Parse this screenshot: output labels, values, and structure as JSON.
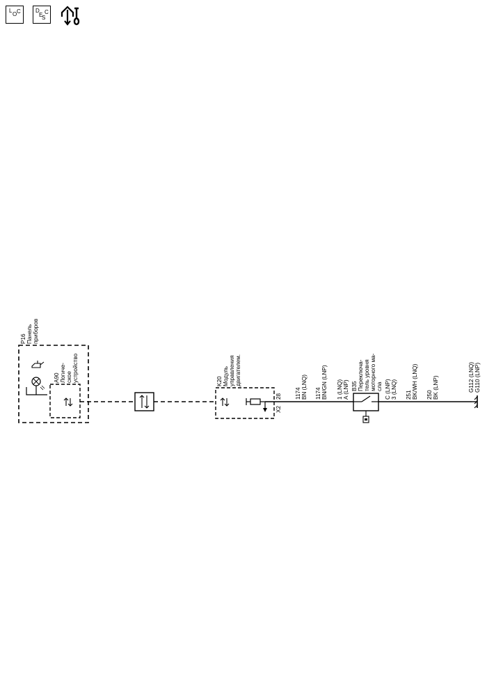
{
  "toolbar": {
    "icons": [
      {
        "name": "location-view-icon",
        "glyphs": [
          "L",
          "O",
          "C"
        ]
      },
      {
        "name": "description-view-icon",
        "glyphs": [
          "D",
          "E",
          "S",
          "C"
        ]
      },
      {
        "name": "repair-info-icon"
      }
    ]
  },
  "diagram": {
    "p16": {
      "line1": "P16",
      "line2": "Панель",
      "line3": "приборов"
    },
    "a90": {
      "line1": "A90",
      "line2": "Логиче-",
      "line3": "ское",
      "line4": "устройство"
    },
    "k20": {
      "line1": "K20",
      "line2": "Модуль",
      "line3": "управления",
      "line4": "двигателем."
    },
    "k20_pin": "28",
    "k20_connector": "X2",
    "wire_1174_a": {
      "circuit": "1174",
      "color": "BN (LNQ)"
    },
    "wire_1174_b": {
      "circuit": "1174",
      "color": "BN/GN (LNP)"
    },
    "b35_pin_top": {
      "line1": "1 (LNQ)",
      "line2": "A (LNP)"
    },
    "b35": {
      "line1": "B35",
      "line2": "Переключа-",
      "line3": "тель уровня",
      "line4": "моторного ма-",
      "line5": "сла"
    },
    "b35_pin_bottom": {
      "line1": "C (LNP)",
      "line2": "3 (LNQ)"
    },
    "wire_251": {
      "circuit": "251",
      "color": "BK/WH (LNQ)"
    },
    "wire_250": {
      "circuit": "250",
      "color": "BK (LNP)"
    },
    "ground": {
      "line1": "G112 (LNQ)",
      "line2": "G110 (LNP)"
    }
  }
}
